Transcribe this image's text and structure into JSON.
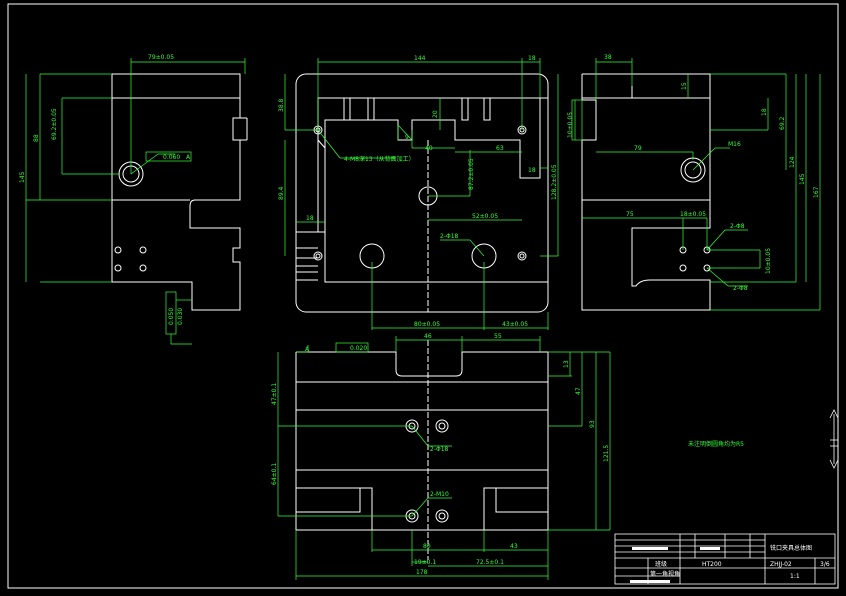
{
  "drawing": {
    "views": {
      "left": {
        "dims": [
          "79±0.05",
          "69.2±0.05",
          "88",
          "145",
          "0.060",
          "0.050",
          "0.030",
          "A"
        ],
        "note": "A"
      },
      "front": {
        "dims": [
          "144",
          "18",
          "38.8",
          "4-M8深13（从背面加工）",
          "9",
          "40",
          "20",
          "87.2±0.05",
          "63",
          "18",
          "128.2±0.05",
          "89.4",
          "18",
          "52±0.05",
          "2-Φ18",
          "80±0.05",
          "43±0.05"
        ]
      },
      "right": {
        "dims": [
          "38",
          "15",
          "18",
          "10±0.05",
          "69.2",
          "79",
          "M16",
          "124",
          "145",
          "167",
          "75",
          "18±0.05",
          "2-Φ8",
          "10±0.05",
          "2-Φ8"
        ]
      },
      "bottom": {
        "dims": [
          "A",
          "0.020",
          "46",
          "55",
          "13",
          "47±0.1",
          "47",
          "93",
          "121.5",
          "64±0.1",
          "2-Φ18",
          "2-M10",
          "80",
          "43",
          "19±0.1",
          "72.5±0.1",
          "178"
        ]
      }
    },
    "note": "未注明倒圆角均为R5",
    "title_block": {
      "title": "铣口夹具总体图",
      "material": "HT200",
      "code": "ZHJJ-02",
      "scale": "1:1",
      "sheet": "3/6",
      "row1": "班级",
      "row2": "第一角视角"
    }
  }
}
